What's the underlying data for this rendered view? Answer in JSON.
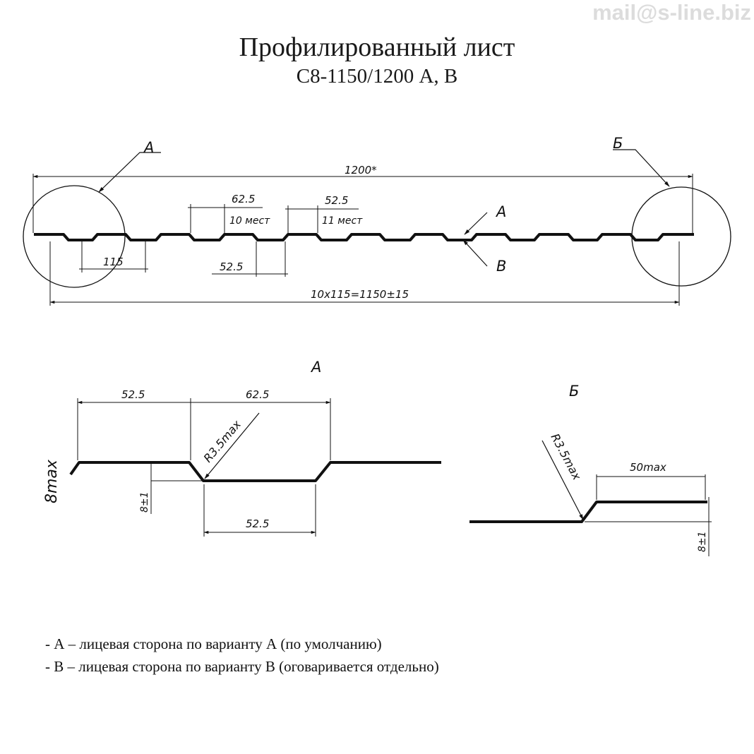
{
  "watermark": "mail@s-line.biz",
  "title": "Профилированный лист",
  "subtitle": "С8-1150/1200 А, В",
  "overview": {
    "callout_left": "А",
    "callout_right": "Б",
    "total_width": "1200*",
    "dim_top_crest": "62.5",
    "count_crest": "10  мест",
    "dim_top_valley": "52.5",
    "count_valley": "11  мест",
    "face_a": "А",
    "face_b": "В",
    "pitch": "115",
    "dim_bottom": "52.5",
    "useful_width": "10x115=1150±15"
  },
  "detail_a": {
    "label": "А",
    "dim_crest": "52.5",
    "dim_valley_top": "62.5",
    "radius": "R3.5max",
    "height_max": "8max",
    "height_tol": "8±1",
    "dim_bottom": "52.5"
  },
  "detail_b": {
    "label": "Б",
    "radius": "R3.5max",
    "width_max": "50max",
    "height_tol": "8±1"
  },
  "legend": [
    "- А – лицевая сторона по варианту А (по умолчанию)",
    "- В – лицевая сторона по варианту В (оговаривается отдельно)"
  ]
}
